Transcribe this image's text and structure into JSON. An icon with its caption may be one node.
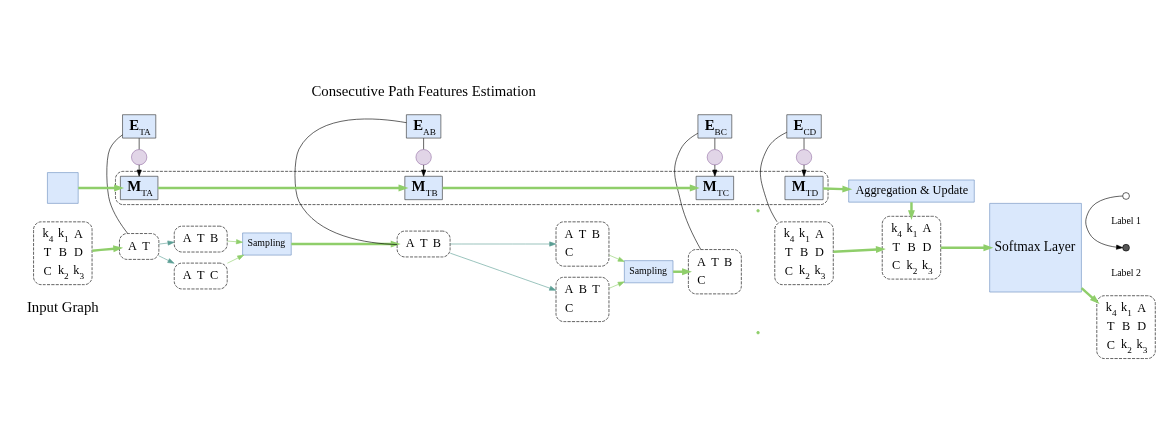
{
  "diagram": {
    "nodes": [
      {
        "text": [
          "k$_{4}$",
          "k$_{1}$",
          "A",
          "T",
          "B",
          "D",
          "C",
          "k$_{2}$",
          "k$_{3}$"
        ],
        "beside": [
          "Input Graph"
        ]
      },
      {
        "text": [
          "A",
          "T"
        ]
      },
      {
        "text": [
          "A",
          "T",
          "C"
        ]
      },
      {
        "text": [
          "A",
          "T",
          "B"
        ]
      },
      {
        "text": [
          "Sampling"
        ]
      },
      {
        "text": [
          "A",
          "T",
          "B"
        ]
      },
      {
        "text": [
          "A",
          "B",
          "T",
          "C"
        ]
      },
      {
        "text": [
          "A",
          "T",
          "B",
          "C"
        ]
      },
      {
        "text": [
          "Sampling"
        ]
      },
      {
        "text": [
          "A",
          "T",
          "B",
          "C"
        ]
      },
      {
        "text": [
          "k$_{4}$",
          "k$_{1}$",
          "A",
          "T",
          "B",
          "D",
          "C",
          "k$_{2}$",
          "k$_{3}$"
        ]
      },
      {
        "text": [
          "k$_{4}$",
          "k$_{1}$",
          "A",
          "T",
          "B",
          "D",
          "C",
          "k$_{2}$",
          "k$_{3}$"
        ]
      },
      {
        "text": [
          "Softmax Layer"
        ]
      },
      {
        "text": [
          "k$_{4}$",
          "k$_{1}$",
          "A",
          "T",
          "B",
          "D",
          "C",
          "k$_{2}$",
          "k$_{3}$"
        ]
      },
      {
        "text": [
          "**E**$_{TA}$"
        ]
      },
      {
        "text": [
          "**E**$_{AB}$"
        ]
      },
      {
        "text": [
          "**E**$_{BC}$"
        ]
      },
      {
        "text": [
          "**E**$_{CD}$"
        ]
      },
      {
        "text": [],
        "shape": "circle"
      },
      {
        "text": [],
        "shape": "circle"
      },
      {
        "text": [],
        "shape": "circle"
      },
      {
        "text": [],
        "shape": "circle"
      },
      {
        "text": [],
        "shape": "box"
      },
      {
        "text": [],
        "shape": "box"
      },
      {
        "text": [
          "**M**$_{TA}$"
        ],
        "in": 22
      },
      {
        "text": [
          "**M**$_{TB}$"
        ],
        "in": 22
      },
      {
        "text": [
          "**M**$_{TC}$"
        ],
        "in": 22
      },
      {
        "text": [
          "**M**$_{TD}$"
        ],
        "in": 22
      },
      {
        "text": [
          "Aggregation & Update"
        ]
      }
    ],
    "edges": [
      {
        "from": 0,
        "to": 1,
        "arrow": "to",
        "style": "thick"
      },
      {
        "from": 1,
        "to": 2,
        "arrow": "to",
        "color": "#5b9e94"
      },
      {
        "from": 1,
        "to": 3,
        "arrow": "to",
        "color": "#5b9e94"
      },
      {
        "from": 2,
        "to": 4,
        "arrow": "to"
      },
      {
        "from": 3,
        "to": 4,
        "arrow": "to"
      },
      {
        "from": 4,
        "to": 5,
        "arrow": "to",
        "style": "thick"
      },
      {
        "from": 5,
        "to": 6,
        "arrow": "to",
        "color": "#5b9e94"
      },
      {
        "from": 5,
        "to": 7,
        "arrow": "to",
        "color": "#5b9e94"
      },
      {
        "from": 6,
        "to": 8,
        "arrow": "to"
      },
      {
        "from": 7,
        "to": 8,
        "arrow": "to"
      },
      {
        "from": 8,
        "to": 9,
        "arrow": "to",
        "style": "thick"
      },
      {
        "from": 10,
        "to": 11,
        "arrow": "to",
        "style": "thick"
      },
      {
        "from": 11,
        "to": 12,
        "arrow": "to",
        "style": "thick"
      },
      {
        "from": 12,
        "to": 13,
        "arrow": "to",
        "style": "thick"
      },
      {
        "from": 1,
        "to": 14,
        "arrow": "none",
        "color": "#000000"
      },
      {
        "from": 14,
        "to": 18,
        "arrow": "none",
        "color": "#000000"
      },
      {
        "from": 18,
        "to": 24,
        "arrow": "to",
        "color": "#000000"
      },
      {
        "from": 5,
        "to": 15,
        "arrow": "none",
        "color": "#000000"
      },
      {
        "from": 15,
        "to": 19,
        "arrow": "none",
        "color": "#000000"
      },
      {
        "from": 19,
        "to": 25,
        "arrow": "to",
        "color": "#000000"
      },
      {
        "from": 9,
        "to": 16,
        "arrow": "none",
        "color": "#000000"
      },
      {
        "from": 16,
        "to": 20,
        "arrow": "none",
        "color": "#000000"
      },
      {
        "from": 20,
        "to": 26,
        "arrow": "to",
        "color": "#000000"
      },
      {
        "from": 10,
        "to": 17,
        "arrow": "none",
        "color": "#000000"
      },
      {
        "from": 17,
        "to": 21,
        "arrow": "none",
        "color": "#000000"
      },
      {
        "from": 21,
        "to": 27,
        "arrow": "to",
        "color": "#000000"
      },
      {
        "from": 23,
        "to": 24,
        "arrow": "to",
        "style": "thick"
      },
      {
        "from": 24,
        "to": 25,
        "arrow": "to",
        "style": "thick"
      },
      {
        "from": 25,
        "to": 26,
        "arrow": "to",
        "style": "thick"
      },
      {
        "from": 27,
        "to": 28,
        "arrow": "to",
        "style": "thick"
      },
      {
        "from": 28,
        "to": 11,
        "arrow": "to",
        "style": "thick"
      }
    ],
    "labels": [
      "Consecutive Path Features Estimation"
    ],
    "legend": [
      {
        "text": "Label 1"
      },
      {
        "text": "Label 2"
      }
    ]
  }
}
